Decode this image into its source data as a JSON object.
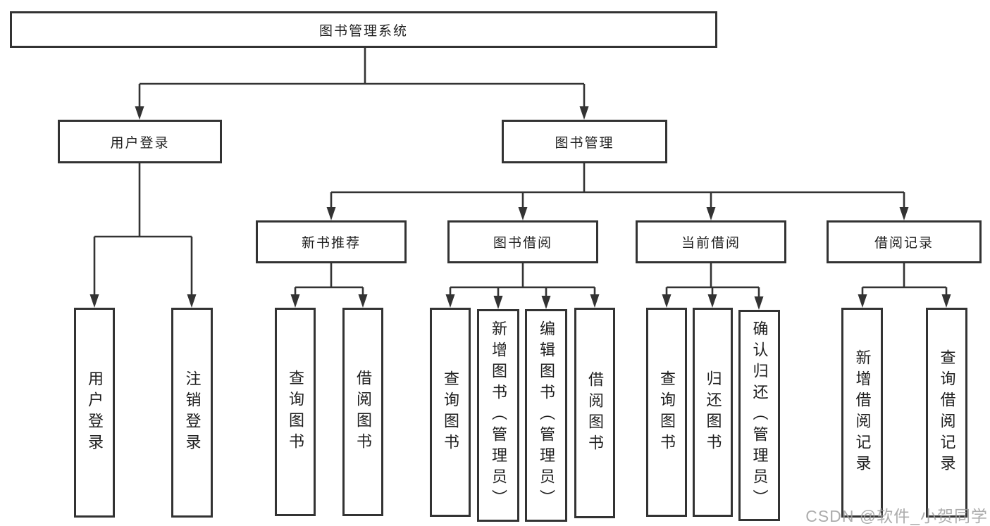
{
  "diagram": {
    "title": "图书管理系统",
    "type": "functional-structure-tree"
  },
  "colors": {
    "background": "#ffffff",
    "line": "#333333",
    "box_border": "#333333",
    "text": "#1f1f1f",
    "watermark": "#9e9e9e"
  },
  "watermark": {
    "text": "CSDN @软件_小贺同学"
  },
  "nodes": {
    "root": {
      "label": "图书管理系统",
      "children": [
        "user_login",
        "book_management"
      ]
    },
    "user_login": {
      "label": "用户登录",
      "children": [
        "leaf_user_login",
        "leaf_logout"
      ]
    },
    "book_management": {
      "label": "图书管理",
      "children": [
        "new_book_recommend",
        "book_borrowing",
        "current_borrowing",
        "borrowing_records"
      ]
    },
    "new_book_recommend": {
      "label": "新书推荐",
      "children": [
        "nb_query_books",
        "nb_borrow_books"
      ]
    },
    "book_borrowing": {
      "label": "图书借阅",
      "children": [
        "bb_query_books",
        "bb_add_book_admin",
        "bb_edit_book_admin",
        "bb_borrow_books"
      ]
    },
    "current_borrowing": {
      "label": "当前借阅",
      "children": [
        "cb_query_books",
        "cb_return_books",
        "cb_confirm_return_admin"
      ]
    },
    "borrowing_records": {
      "label": "借阅记录",
      "children": [
        "br_add_record",
        "br_query_record"
      ]
    },
    "leaf_user_login": {
      "label": "用户登录"
    },
    "leaf_logout": {
      "label": "注销登录"
    },
    "nb_query_books": {
      "label": "查询图书"
    },
    "nb_borrow_books": {
      "label": "借阅图书"
    },
    "bb_query_books": {
      "label": "查询图书"
    },
    "bb_add_book_admin": {
      "label": "新增图书（管理员）"
    },
    "bb_edit_book_admin": {
      "label": "编辑图书（管理员）"
    },
    "bb_borrow_books": {
      "label": "借阅图书"
    },
    "cb_query_books": {
      "label": "查询图书"
    },
    "cb_return_books": {
      "label": "归还图书"
    },
    "cb_confirm_return_admin": {
      "label": "确认归还（管理员）"
    },
    "br_add_record": {
      "label": "新增借阅记录"
    },
    "br_query_record": {
      "label": "查询借阅记录"
    }
  }
}
